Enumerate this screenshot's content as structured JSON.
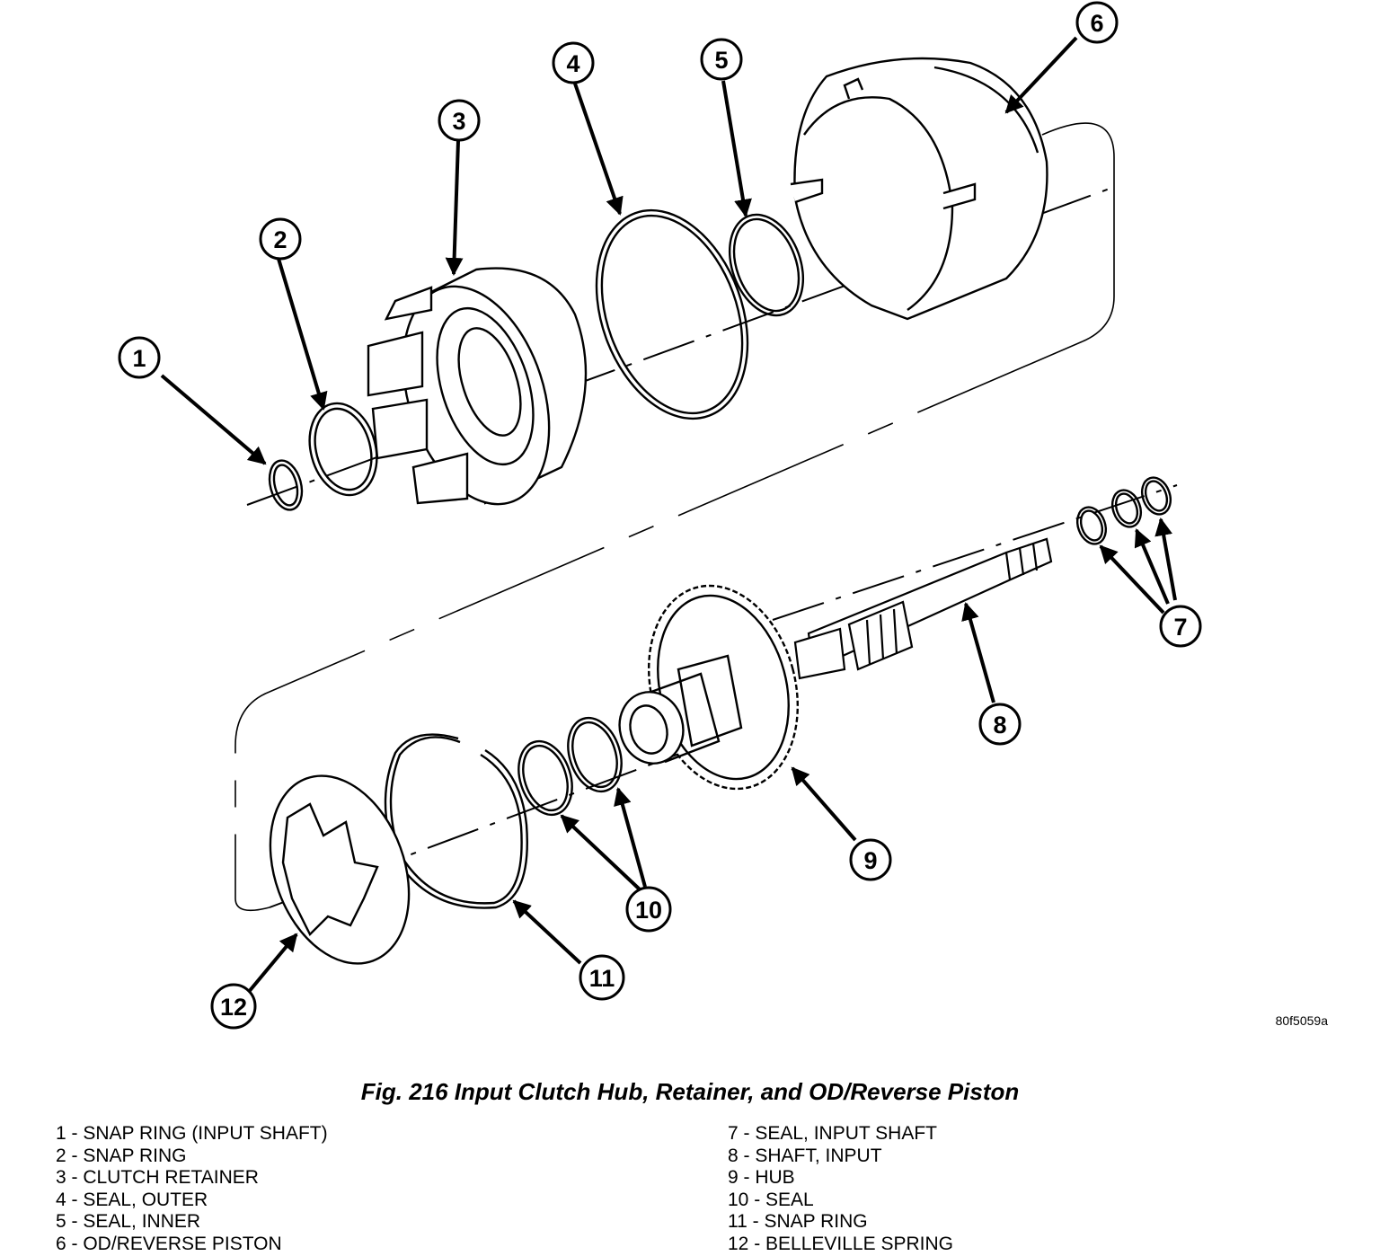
{
  "figure": {
    "caption": "Fig. 216 Input Clutch Hub, Retainer, and OD/Reverse Piston",
    "drawing_code": "80f5059a"
  },
  "callouts": [
    "1",
    "2",
    "3",
    "4",
    "5",
    "6",
    "7",
    "8",
    "9",
    "10",
    "11",
    "12"
  ],
  "legend": {
    "left": [
      "1 - SNAP RING (INPUT SHAFT)",
      "2 - SNAP RING",
      "3 - CLUTCH RETAINER",
      "4 - SEAL, OUTER",
      "5 - SEAL, INNER",
      "6 - OD/REVERSE PISTON"
    ],
    "right": [
      "7 - SEAL, INPUT SHAFT",
      "8 - SHAFT, INPUT",
      "9 - HUB",
      "10 - SEAL",
      "11 - SNAP RING",
      "12 - BELLEVILLE SPRING"
    ]
  }
}
